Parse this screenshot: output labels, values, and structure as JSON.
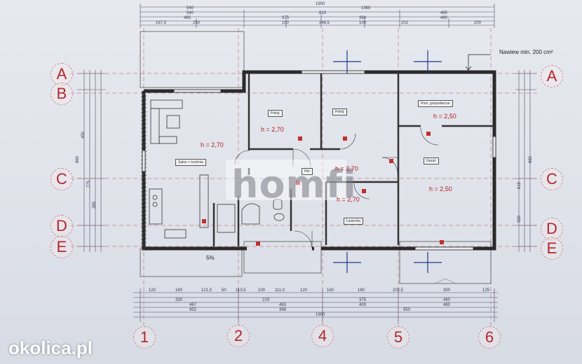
{
  "axes_letters": [
    "A",
    "B",
    "C",
    "D",
    "E"
  ],
  "axes_numbers": [
    "1",
    "2",
    "4",
    "5",
    "6"
  ],
  "note_ventilation": "Nawiew min. 200 cm²",
  "heights": {
    "living": "h = 2,70",
    "room1": "h = 2,70",
    "hall": "h = 2,70",
    "hall2": "h = 2,70",
    "utility": "h = 2,50",
    "garage": "h = 2,50"
  },
  "room_tags": {
    "living": "Salon + kuchnia",
    "room1": "Pokój",
    "room2": "Pokój",
    "utility": "Pom. gospodarcze",
    "garage": "Garaż",
    "hall": "Hol",
    "bath": "Łazienka"
  },
  "top_dims_row1": [
    "1900"
  ],
  "top_dims_row2": [
    "540",
    "1360"
  ],
  "top_dims_row3": [
    "540",
    "810",
    "485"
  ],
  "top_dims_row4": [
    "465",
    "375",
    "394",
    "460"
  ],
  "top_dims_row5": [
    "167,5",
    "250",
    "100",
    "248,5",
    "100",
    "202",
    "200"
  ],
  "bottom_dims_row1": [
    "120",
    "160",
    "121,5",
    "50",
    "113,5",
    "100",
    "111,0",
    "120",
    "160",
    "180",
    "202,5",
    "300",
    "125"
  ],
  "bottom_dims_row2": [
    "330",
    "219",
    "375",
    "460"
  ],
  "bottom_dims_row3": [
    "467",
    "463",
    "400",
    "460"
  ],
  "bottom_dims_row4": [
    "952",
    "398",
    "950"
  ],
  "bottom_dims_row5": [
    "1900"
  ],
  "left_dims": [
    "860",
    "450",
    "775",
    "385"
  ],
  "right_dims": [
    "860",
    "615",
    "330"
  ],
  "slope_label": "5%",
  "watermark": "homfi",
  "brand": "okolica.pl"
}
